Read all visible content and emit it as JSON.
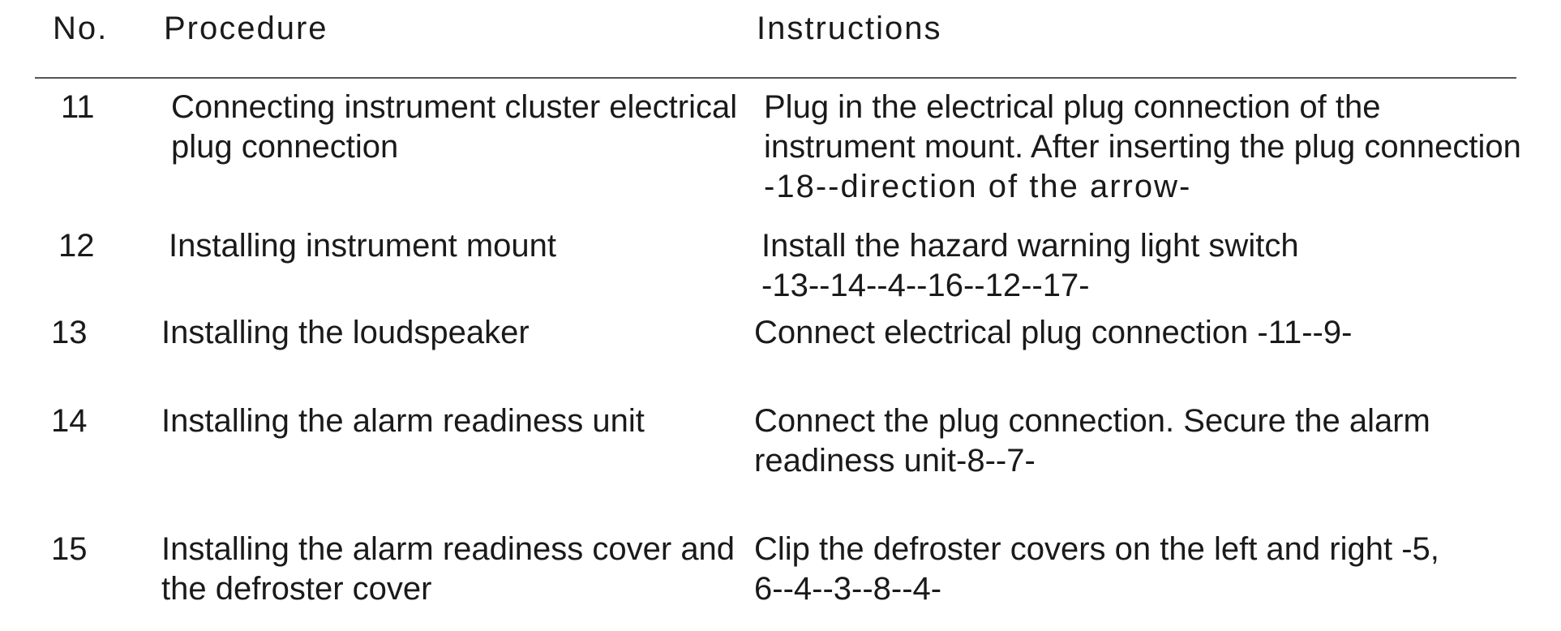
{
  "table": {
    "headers": {
      "no": "No.",
      "procedure": "Procedure",
      "instructions": "Instructions"
    },
    "rows": [
      {
        "no": "11",
        "procedure": [
          "Connecting instrument cluster electrical",
          "plug connection"
        ],
        "instructions": [
          "Plug in the electrical plug connection of the",
          "instrument mount. After inserting the plug connection",
          "-18--direction of the arrow-"
        ]
      },
      {
        "no": "12",
        "procedure": [
          "Installing instrument mount"
        ],
        "instructions": [
          "Install the hazard warning light switch",
          "-13--14--4--16--12--17-"
        ]
      },
      {
        "no": "13",
        "procedure": [
          "Installing the loudspeaker"
        ],
        "instructions": [
          "Connect electrical plug connection -11--9-"
        ]
      },
      {
        "no": "14",
        "procedure": [
          "Installing the alarm readiness unit"
        ],
        "instructions": [
          "Connect the plug connection. Secure the alarm",
          "readiness unit-8--7-"
        ]
      },
      {
        "no": "15",
        "procedure": [
          "Installing the alarm readiness cover and",
          "the defroster cover"
        ],
        "instructions": [
          "Clip the defroster covers on the left and right -5,",
          "6--4--3--8--4-"
        ]
      }
    ]
  }
}
